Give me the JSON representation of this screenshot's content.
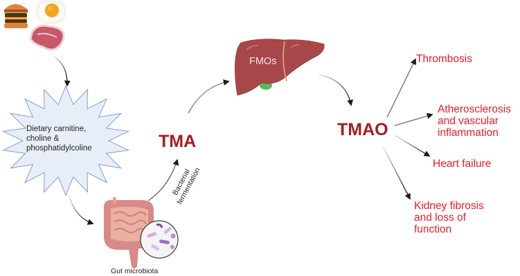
{
  "diagram": {
    "diet": {
      "icons": [
        "burger-icon",
        "fried-egg-icon",
        "steak-icon"
      ],
      "label": "Dietary carnitine,\ncholine &\nphosphatidylcoline"
    },
    "gut": {
      "icons": [
        "intestine-icon",
        "bacteria-magnifier-icon"
      ],
      "label": "Gut microbiota"
    },
    "process_label": "Bacterial\nfermentation",
    "tma": "TMA",
    "liver": {
      "icon": "liver-icon",
      "label": "FMOs"
    },
    "tmao": "TMAO",
    "outcomes": [
      "Thrombosis",
      "Atherosclerosis\nand vascular\ninflammation",
      "Heart failure",
      "Kidney fibrosis\nand loss of\nfunction"
    ],
    "colors": {
      "metabolite": "#a51c1f",
      "outcome": "#ee1c24",
      "liver": "#a8474a",
      "burst_fill": "#e8eef8",
      "burst_stroke": "#7c9fd4",
      "arrow": "#1a1a1a"
    }
  }
}
